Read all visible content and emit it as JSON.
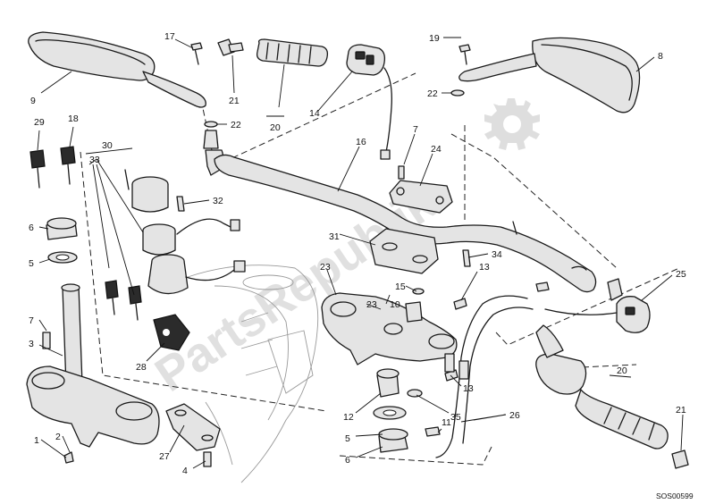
{
  "diagram": {
    "drawing_code": "SOS00599",
    "watermark_text": "PartsRepublik",
    "callouts": [
      {
        "id": "c17a",
        "label": "17"
      },
      {
        "id": "c21a",
        "label": "21"
      },
      {
        "id": "c20a",
        "label": "20"
      },
      {
        "id": "c9",
        "label": "9"
      },
      {
        "id": "c22a",
        "label": "22"
      },
      {
        "id": "c14",
        "label": "14"
      },
      {
        "id": "c19",
        "label": "19"
      },
      {
        "id": "c8",
        "label": "8"
      },
      {
        "id": "c22b",
        "label": "22"
      },
      {
        "id": "c29",
        "label": "29"
      },
      {
        "id": "c18",
        "label": "18"
      },
      {
        "id": "c30",
        "label": "30"
      },
      {
        "id": "c33",
        "label": "33"
      },
      {
        "id": "c16",
        "label": "16"
      },
      {
        "id": "c7a",
        "label": "7"
      },
      {
        "id": "c24",
        "label": "24"
      },
      {
        "id": "c32",
        "label": "32"
      },
      {
        "id": "c6a",
        "label": "6"
      },
      {
        "id": "c5a",
        "label": "5"
      },
      {
        "id": "c31",
        "label": "31"
      },
      {
        "id": "c34",
        "label": "34"
      },
      {
        "id": "c23a",
        "label": "23"
      },
      {
        "id": "c13a",
        "label": "13"
      },
      {
        "id": "c15",
        "label": "15"
      },
      {
        "id": "c10",
        "label": "10"
      },
      {
        "id": "c23b",
        "label": "23"
      },
      {
        "id": "c25",
        "label": "25"
      },
      {
        "id": "c7b",
        "label": "7"
      },
      {
        "id": "c3",
        "label": "3"
      },
      {
        "id": "c28",
        "label": "28"
      },
      {
        "id": "c13b",
        "label": "13"
      },
      {
        "id": "c12",
        "label": "12"
      },
      {
        "id": "c35",
        "label": "35"
      },
      {
        "id": "c11",
        "label": "11"
      },
      {
        "id": "c26",
        "label": "26"
      },
      {
        "id": "c20b",
        "label": "20"
      },
      {
        "id": "c1",
        "label": "1"
      },
      {
        "id": "c2",
        "label": "2"
      },
      {
        "id": "c27",
        "label": "27"
      },
      {
        "id": "c4",
        "label": "4"
      },
      {
        "id": "c5b",
        "label": "5"
      },
      {
        "id": "c6b",
        "label": "6"
      },
      {
        "id": "c21b",
        "label": "21"
      }
    ]
  }
}
